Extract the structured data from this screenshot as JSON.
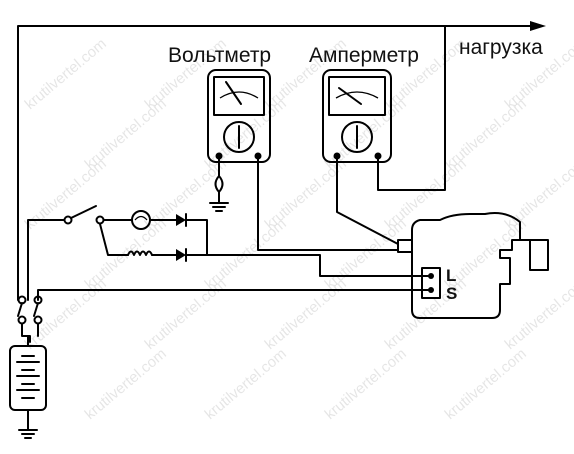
{
  "labels": {
    "voltmeter": "Вольтметр",
    "ammeter": "Амперметр",
    "load": "нагрузка",
    "terminal_l": "L",
    "terminal_s": "S"
  },
  "watermark": "krutilvertel.com"
}
